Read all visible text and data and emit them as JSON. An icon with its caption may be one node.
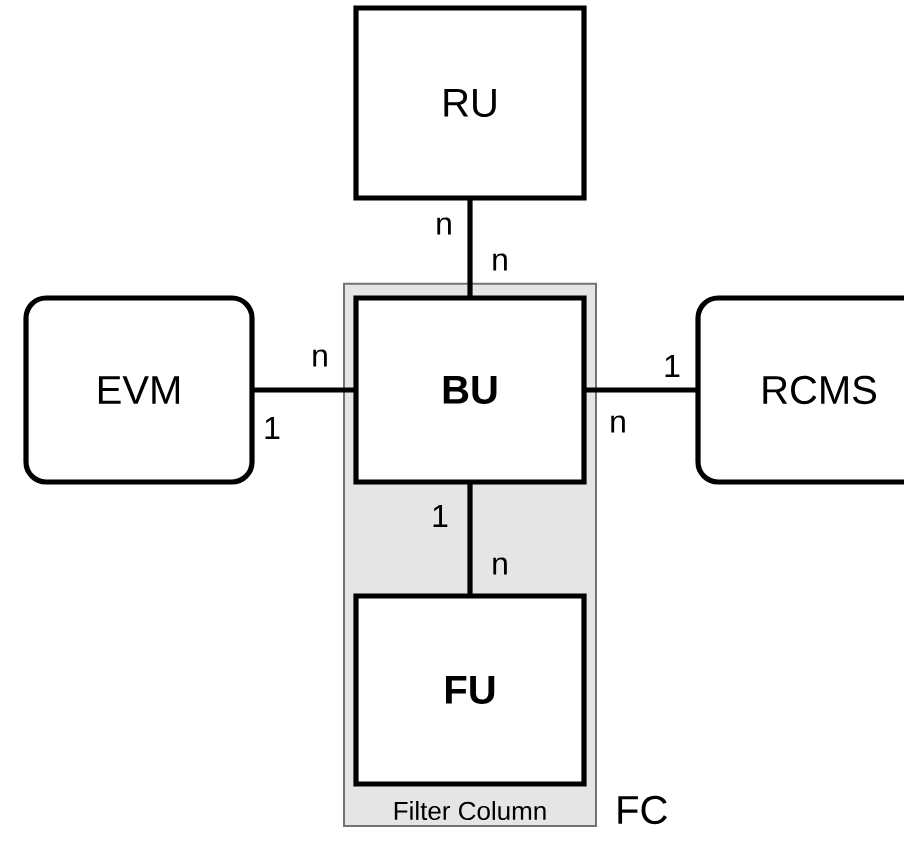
{
  "diagram": {
    "nodes": [
      {
        "text": [
          "RU"
        ]
      },
      {
        "text": [
          "EVM"
        ]
      },
      {
        "text": [
          "Filter Column"
        ],
        "beside": [
          "FC"
        ]
      },
      {
        "text": [
          "BU"
        ],
        "in": 2
      },
      {
        "text": [
          "FU"
        ],
        "in": 2
      },
      {
        "text": [
          "RCMS"
        ]
      }
    ],
    "edges": [
      {
        "from": 0,
        "to": 3,
        "arrow": "none"
      },
      {
        "from": 1,
        "to": 3,
        "arrow": "none"
      },
      {
        "from": 3,
        "to": 5,
        "arrow": "none"
      },
      {
        "from": 3,
        "to": 4,
        "arrow": "none"
      }
    ],
    "labels": [
      "n",
      "n",
      "n",
      "1",
      "1",
      "n",
      "1",
      "n"
    ]
  }
}
